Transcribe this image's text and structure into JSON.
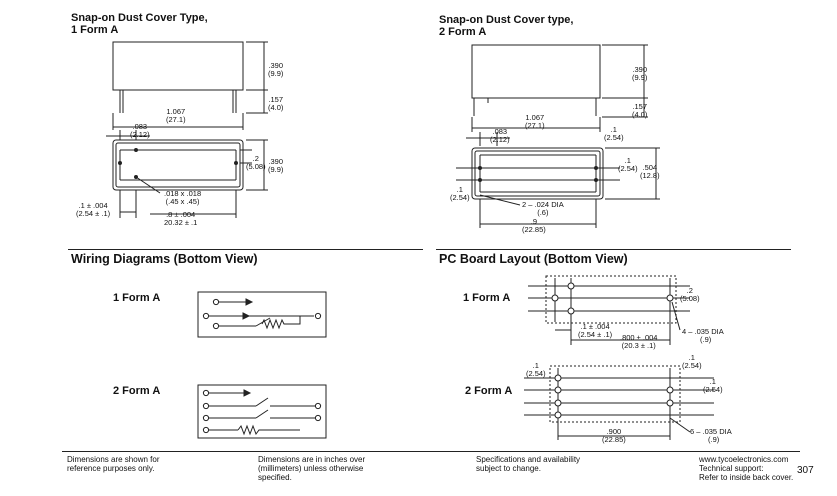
{
  "left_top": {
    "title_line1": "Snap-on Dust Cover Type,",
    "title_line2": "1 Form A",
    "dims": {
      "h390": ".390",
      "h390mm": "(9.9)",
      "h157": ".157",
      "h157mm": "(4.0)",
      "w1067": "1.067",
      "w1067mm": "(27.1)",
      "w083": ".083",
      "w083mm": "(2.12)",
      "p2": ".2",
      "p2mm": "(5.08)",
      "s390": ".390",
      "s390mm": "(9.9)",
      "pin": ".018 x .018",
      "pinmm": "(.45 x .45)",
      "p1": ".1 ± .004",
      "p1mm": "(2.54 ± .1)",
      "p8": ".8 ± .004",
      "p8mm": "20.32 ± .1"
    }
  },
  "right_top": {
    "title_line1": "Snap-on Dust Cover type,",
    "title_line2": "2 Form A",
    "dims": {
      "h390": ".390",
      "h390mm": "(9.9)",
      "h157": ".157",
      "h157mm": "(4.0)",
      "w1067": "1.067",
      "w1067mm": "(27.1)",
      "w083": ".083",
      "w083mm": "(2.12)",
      "r1": ".1",
      "r1mm": "(2.54)",
      "r1b": ".1",
      "r1bmm": "(2.54)",
      "r504": ".504",
      "r504mm": "(12.8)",
      "l1": ".1",
      "l1mm": "(2.54)",
      "dia": "2 – .024 DIA",
      "diamm": "(.6)",
      "w9": ".9",
      "w9mm": "(22.85)"
    }
  },
  "wiring": {
    "heading": "Wiring Diagrams (Bottom View)",
    "form1": "1 Form A",
    "form2": "2 Form A"
  },
  "pcb": {
    "heading": "PC Board Layout (Bottom View)",
    "form1": "1 Form A",
    "form2": "2 Form A",
    "d1": {
      "p2": ".2",
      "p2mm": "(5.08)",
      "p1": ".1 ± .004",
      "p1mm": "(2.54 ± .1)",
      "p800": ".800 ± .004",
      "p800mm": "(20.3 ± .1)",
      "dia": "4 – .035 DIA",
      "diamm": "(.9)"
    },
    "d2": {
      "l1": ".1",
      "l1mm": "(2.54)",
      "t1": ".1",
      "t1mm": "(2.54)",
      "r1": ".1",
      "r1mm": "(2.54)",
      "w900": ".900",
      "w900mm": "(22.85)",
      "dia": "6 – .035 DIA",
      "diamm": "(.9)"
    }
  },
  "footer": {
    "col1": "Dimensions are shown for\nreference purposes only.",
    "col2": "Dimensions are in inches over\n(millimeters) unless otherwise\nspecified.",
    "col3": "Specifications and availability\nsubject to change.",
    "col4": "www.tycoelectronics.com\nTechnical support:\nRefer to inside back cover.",
    "page": "307"
  }
}
